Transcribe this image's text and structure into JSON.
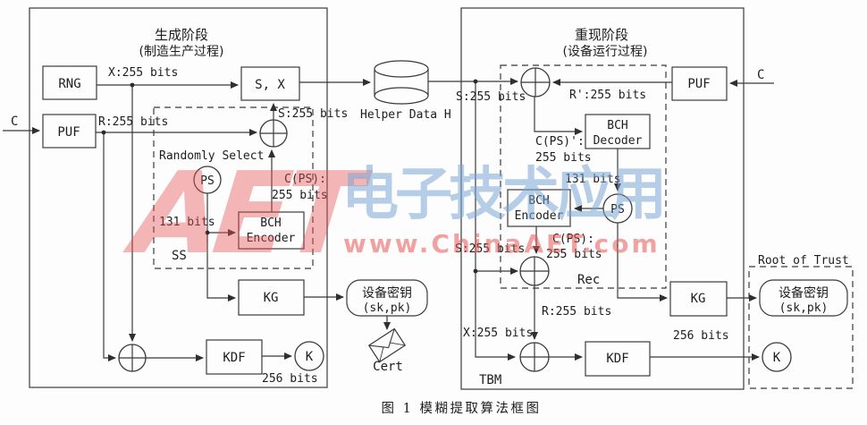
{
  "caption": "图 1  模糊提取算法框图",
  "watermark": {
    "aet": "AET",
    "cn": "电子技术应用",
    "url": "www.ChinaAET.com",
    "red": "#e95656",
    "blue": "#7aa6d6"
  },
  "helper": {
    "label": "Helper Data H"
  },
  "gen": {
    "title": "生成阶段",
    "subtitle": "(制造生产过程)",
    "c_in": "C",
    "rng": "RNG",
    "puf": "PUF",
    "sx": "S, X",
    "x_bits": "X:255 bits",
    "r_bits": "R:255 bits",
    "s_bits": "S:255 bits",
    "randomly_select": "Randomly Select",
    "ps": "PS",
    "cps_line1": "C(PS):",
    "cps_line2": "255 bits",
    "bits131": "131 bits",
    "bch_line1": "BCH",
    "bch_line2": "Encoder",
    "ss": "SS",
    "kg": "KG",
    "devkey_line1": "设备密钥",
    "devkey_line2": "(sk,pk)",
    "cert": "Cert",
    "kdf": "KDF",
    "k": "K",
    "bits256": "256 bits"
  },
  "rep": {
    "title": "重现阶段",
    "subtitle": "(设备运行过程)",
    "c_in": "C",
    "puf": "PUF",
    "s_bits_top": "S:255 bits",
    "r_prime_bits": "R':255 bits",
    "bch_dec_line1": "BCH",
    "bch_dec_line2": "Decoder",
    "cps_prime_line1": "C(PS)':",
    "cps_prime_line2": "255 bits",
    "bits131": "131 bits",
    "ps": "PS",
    "bch_enc_line1": "BCH",
    "bch_enc_line2": "Encoder",
    "cps_line1": "C(PS):",
    "cps_line2": "255 bits",
    "s_bits_low": "S:255 bits",
    "rec": "Rec",
    "r_bits": "R:255 bits",
    "x_bits": "X:255 bits",
    "kg": "KG",
    "kdf": "KDF",
    "bits256": "256 bits",
    "k": "K",
    "tbm": "TBM",
    "root_of_trust": "Root of Trust",
    "devkey_line1": "设备密钥",
    "devkey_line2": "(sk,pk)"
  }
}
